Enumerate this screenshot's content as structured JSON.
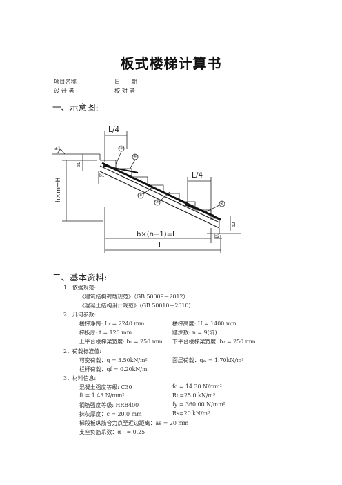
{
  "doc": {
    "title": "板式楼梯计算书",
    "info": {
      "project_label": "项目名称",
      "date_label": "日　　期",
      "designer_label": "设 计 者",
      "checker_label": "校 对 者"
    },
    "section1": "一、示意图:",
    "section2": "二、基本资料:",
    "diagram": {
      "L_quarter_top": "L/4",
      "L_quarter_right": "L/4",
      "h_label": "h×m=H",
      "b_label": "b×(n−1)=L",
      "L_label": "L",
      "el_label": "±1",
      "d1": "d1",
      "b1": "b1",
      "d2": "d2",
      "b2": "b2",
      "c1": "①",
      "c2": "②",
      "c3": "③",
      "c4": "④",
      "c5": "⑤"
    },
    "basic": {
      "item1": "1．依据规范:",
      "code1": "《建筑结构荷载规范》（GB 50009－2012）",
      "code2": "《混凝土结构设计规范》（GB 50010－2010）",
      "item2": "2．几何参数:",
      "g1": "楼梯净跨: L₁ = 2240 mm",
      "g2": "楼梯高度: H = 1400 mm",
      "g3": "梯板厚: t = 120 mm",
      "g4": "踏步数: n = 9(阶)",
      "g5": "上平台楼梯梁宽度: b₁ = 250 mm",
      "g6": "下平台楼梯梁宽度: b₂ = 250 mm",
      "item3": "2．荷载标准值:",
      "l1": "可变荷载：q = 3.50kN/m²",
      "l2": "面层荷载：qₘ = 1.70kN/m²",
      "l3": "栏杆荷载：qf = 0.20kN/m",
      "item4": "3．材料信息:",
      "m1": "混凝土强度等级: C30",
      "m2": "fc = 14.30 N/mm²",
      "m3": "ft = 1.43 N/mm²",
      "m4": "Rc=25.0 kN/m³",
      "m5": "钢筋强度等级: HRB400",
      "m6": "fy = 360.00 N/mm²",
      "m7": "抹灰厚度：c = 20.0 mm",
      "m8": "Rs=20 kN/m³",
      "m9": "梯段板纵筋合力点至近边距离：as = 20 mm",
      "m10": "支座负筋系数：α　= 0.25"
    }
  }
}
